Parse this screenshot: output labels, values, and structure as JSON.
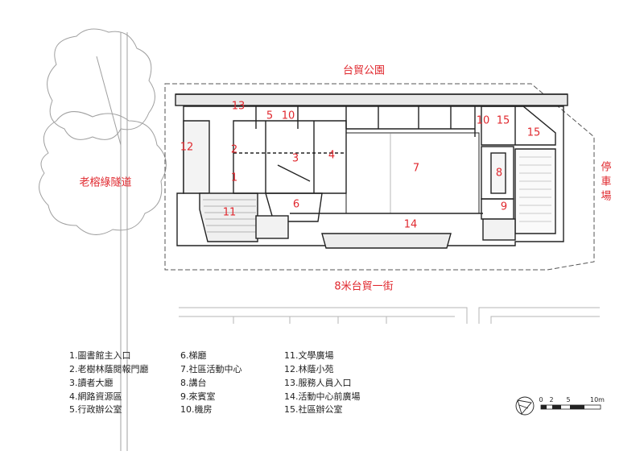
{
  "colors": {
    "label": "#e0282e",
    "line": "#222222",
    "tree": "#9a9a9a"
  },
  "streets": {
    "north": "台貿公園",
    "west": "老榕綠隧道",
    "east": "停\n車\n場",
    "south": "8米台貿一街"
  },
  "room_labels": [
    "1",
    "2",
    "3",
    "4",
    "5",
    "6",
    "7",
    "8",
    "9",
    "10",
    "10",
    "11",
    "12",
    "13",
    "14",
    "15",
    "15"
  ],
  "legend": [
    "1.圖書館主入口",
    "2.老樹林蔭閱報門廳",
    "3.讀者大廳",
    "4.網路資源區",
    "5.行政辦公室",
    "6.梯廳",
    "7.社區活動中心",
    "8.講台",
    "9.來賓室",
    "10.機房",
    "11.文學廣場",
    "12.林蔭小苑",
    "13.服務人員入口",
    "14.活動中心前廣場",
    "15.社區辦公室"
  ],
  "scale": {
    "ticks": [
      "0",
      "2",
      "5",
      "10m"
    ],
    "icon": "north-arrow-icon"
  }
}
